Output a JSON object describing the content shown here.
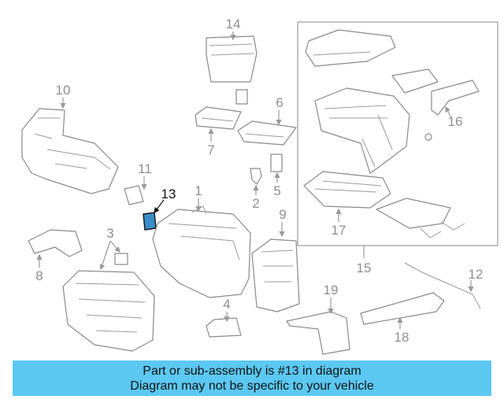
{
  "callouts": {
    "c1": "1",
    "c2": "2",
    "c3": "3",
    "c4": "4",
    "c5": "5",
    "c6": "6",
    "c7": "7",
    "c8": "8",
    "c9": "9",
    "c10": "10",
    "c11": "11",
    "c12": "12",
    "c13": "13",
    "c14": "14",
    "c15": "15",
    "c16": "16",
    "c17": "17",
    "c18": "18",
    "c19": "19"
  },
  "highlight": {
    "part_number": "13",
    "color": "#3a8fc8"
  },
  "banner": {
    "line1": "Part or sub-assembly is #13 in diagram",
    "line2": "Diagram may not be specific to your vehicle",
    "color": "#5bc8f2"
  }
}
